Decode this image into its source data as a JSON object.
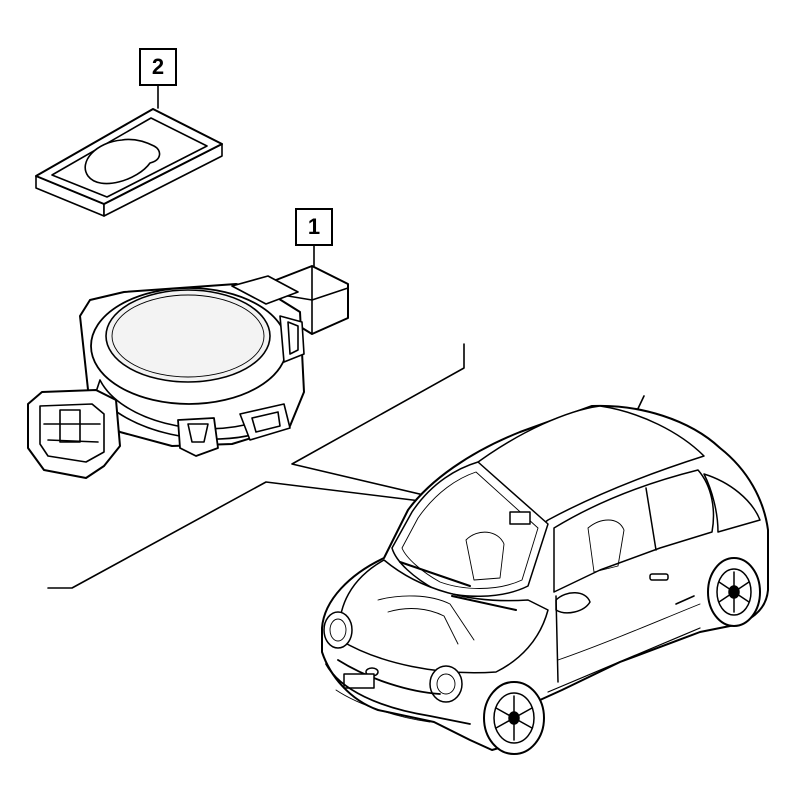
{
  "callouts": [
    {
      "id": "1",
      "label": "1"
    },
    {
      "id": "2",
      "label": "2"
    }
  ],
  "colors": {
    "line": "#000000",
    "background": "#ffffff",
    "lens_fill": "#f3f3f3"
  },
  "parts": {
    "part_1": "rain-light-sensor",
    "part_2": "adhesive-gel-pad"
  },
  "vehicle": "compact-hatchback"
}
